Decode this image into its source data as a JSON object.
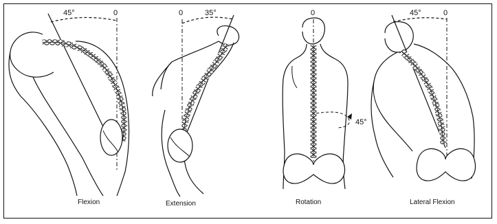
{
  "panels": [
    {
      "caption": "Flexion",
      "angle": "45°",
      "zero": "0"
    },
    {
      "caption": "Extension",
      "angle": "35°",
      "zero": "0"
    },
    {
      "caption": "Rotation",
      "angle": "45°",
      "zero": "0"
    },
    {
      "caption": "Lateral Flexion",
      "angle": "45°",
      "zero": "0"
    }
  ],
  "colors": {
    "ink": "#111111",
    "background": "#ffffff"
  }
}
